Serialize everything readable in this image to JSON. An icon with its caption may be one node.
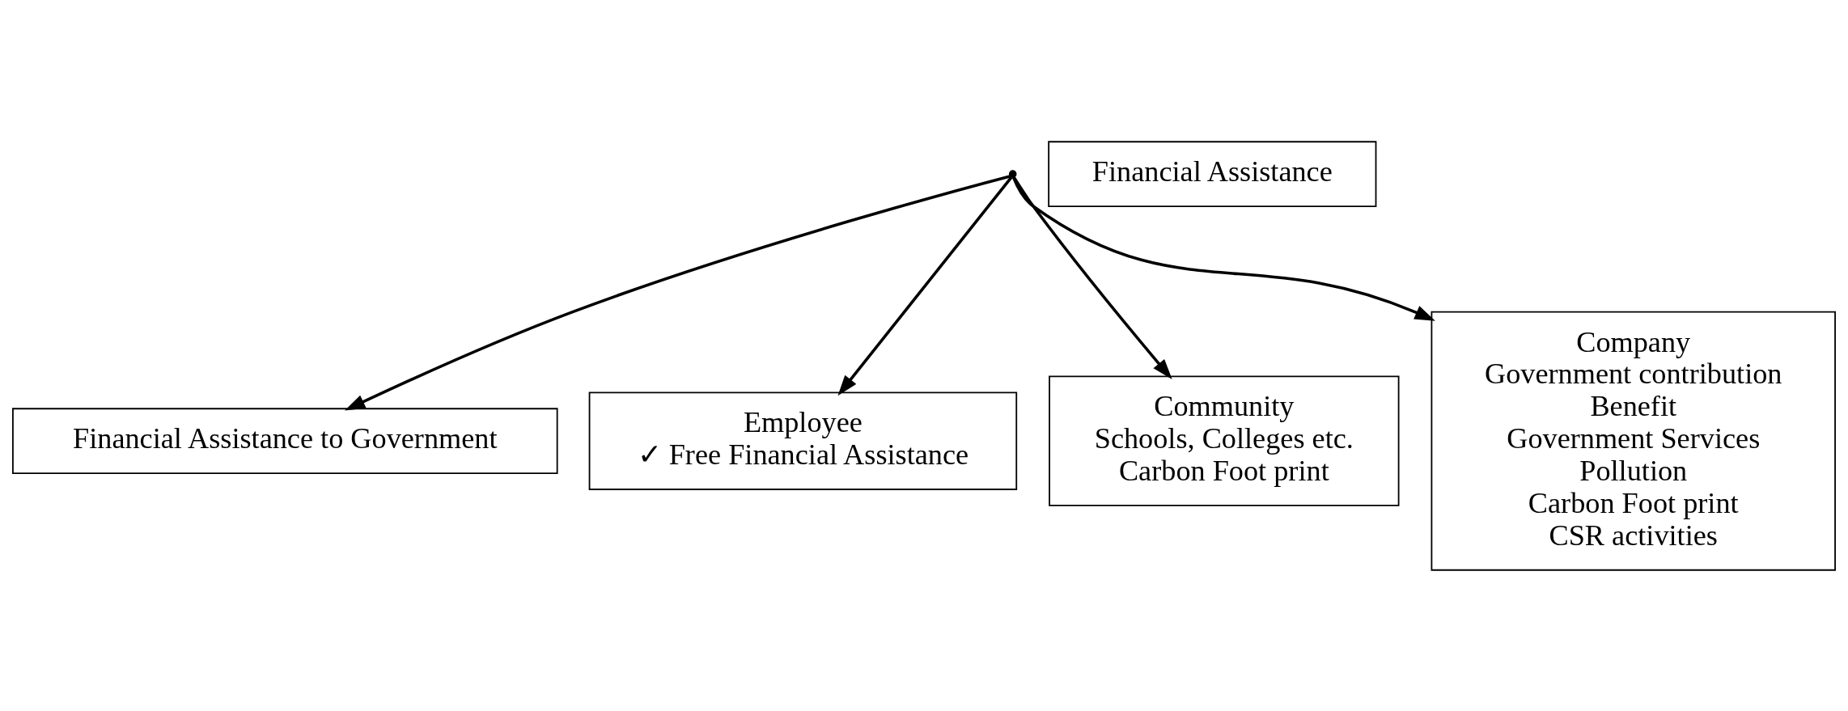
{
  "diagram": {
    "nodes": [
      {
        "text": [],
        "shape": "point"
      },
      {
        "text": [
          "Financial Assistance to Government"
        ]
      },
      {
        "text": [
          "Employee",
          "✓ Free Financial Assistance"
        ]
      },
      {
        "text": [
          "Community",
          "Schools, Colleges etc.",
          "Carbon Foot print"
        ]
      },
      {
        "text": [
          "Company",
          "Government contribution",
          "Benefit",
          "Government Services",
          "Pollution",
          "Carbon Foot print",
          "CSR activities"
        ]
      },
      {
        "text": [
          "Financial Assistance"
        ]
      }
    ],
    "edges": [
      {
        "from": 0,
        "to": 1,
        "arrow": "to"
      },
      {
        "from": 0,
        "to": 2,
        "arrow": "to"
      },
      {
        "from": 0,
        "to": 3,
        "arrow": "to"
      },
      {
        "from": 0,
        "to": 4,
        "arrow": "to"
      }
    ]
  }
}
